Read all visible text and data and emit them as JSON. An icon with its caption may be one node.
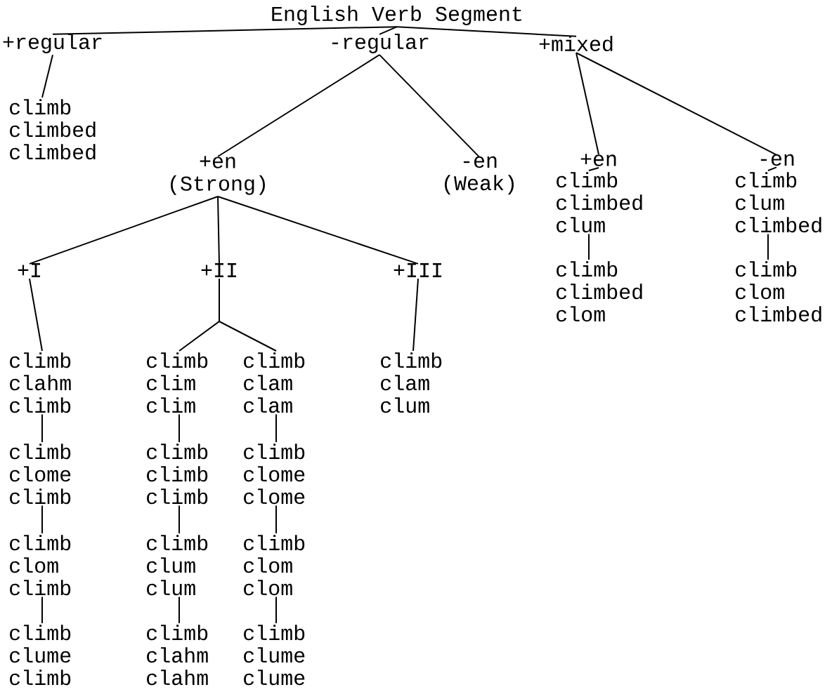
{
  "diagram": {
    "nodes": [
      {
        "text": [
          "English Verb Segment"
        ]
      },
      {
        "text": [
          "+regular"
        ]
      },
      {
        "text": [
          "climb climbed climbed"
        ]
      },
      {
        "text": [
          "-regular"
        ]
      },
      {
        "text": [
          "+en (Strong)"
        ]
      },
      {
        "text": [
          "-en (Weak)"
        ]
      },
      {
        "text": [
          "+mixed"
        ]
      },
      {
        "text": [
          "+en"
        ]
      },
      {
        "text": [
          "climb climbed clum"
        ]
      },
      {
        "text": [
          "climb climbed clom"
        ]
      },
      {
        "text": [
          "-en"
        ]
      },
      {
        "text": [
          "climb clum climbed"
        ]
      },
      {
        "text": [
          "climb clom climbed"
        ]
      },
      {
        "text": [
          "+I"
        ]
      },
      {
        "text": [
          "+II"
        ]
      },
      {
        "text": [
          "+III"
        ]
      },
      {
        "text": [
          "climb clahm climb"
        ]
      },
      {
        "text": [
          "climb clome climb"
        ]
      },
      {
        "text": [
          "climb clom climb"
        ]
      },
      {
        "text": [
          "climb clume climb"
        ]
      },
      {
        "text": [
          "climb clim clim"
        ]
      },
      {
        "text": [
          "climb climb climb"
        ]
      },
      {
        "text": [
          "climb clum clum"
        ]
      },
      {
        "text": [
          "climb clahm clahm"
        ]
      },
      {
        "text": [
          "climb clam clam"
        ]
      },
      {
        "text": [
          "climb clome clome"
        ]
      },
      {
        "text": [
          "climb clom clom"
        ]
      },
      {
        "text": [
          "climb clume clume"
        ]
      },
      {
        "text": [
          "climb clam clum"
        ]
      }
    ],
    "edges": [
      {
        "from": 0,
        "to": 1,
        "arrow": "none"
      },
      {
        "from": 0,
        "to": 3,
        "arrow": "none"
      },
      {
        "from": 0,
        "to": 6,
        "arrow": "none"
      },
      {
        "from": 1,
        "to": 2,
        "arrow": "none"
      },
      {
        "from": 3,
        "to": 4,
        "arrow": "none"
      },
      {
        "from": 3,
        "to": 5,
        "arrow": "none"
      },
      {
        "from": 6,
        "to": 7,
        "arrow": "none"
      },
      {
        "from": 7,
        "to": 8,
        "arrow": "none"
      },
      {
        "from": 8,
        "to": 9,
        "arrow": "none"
      },
      {
        "from": 6,
        "to": 10,
        "arrow": "none"
      },
      {
        "from": 10,
        "to": 11,
        "arrow": "none"
      },
      {
        "from": 11,
        "to": 12,
        "arrow": "none"
      },
      {
        "from": 4,
        "to": 13,
        "arrow": "none"
      },
      {
        "from": 4,
        "to": 14,
        "arrow": "none"
      },
      {
        "from": 4,
        "to": 15,
        "arrow": "none"
      },
      {
        "from": 13,
        "to": 16,
        "arrow": "none"
      },
      {
        "from": 16,
        "to": 17,
        "arrow": "none"
      },
      {
        "from": 17,
        "to": 18,
        "arrow": "none"
      },
      {
        "from": 18,
        "to": 19,
        "arrow": "none"
      },
      {
        "from": 14,
        "to": 20,
        "arrow": "none"
      },
      {
        "from": 14,
        "to": 24,
        "arrow": "none"
      },
      {
        "from": 20,
        "to": 21,
        "arrow": "none"
      },
      {
        "from": 21,
        "to": 22,
        "arrow": "none"
      },
      {
        "from": 22,
        "to": 23,
        "arrow": "none"
      },
      {
        "from": 24,
        "to": 25,
        "arrow": "none"
      },
      {
        "from": 25,
        "to": 26,
        "arrow": "none"
      },
      {
        "from": 26,
        "to": 27,
        "arrow": "none"
      },
      {
        "from": 15,
        "to": 28,
        "arrow": "none"
      }
    ]
  }
}
